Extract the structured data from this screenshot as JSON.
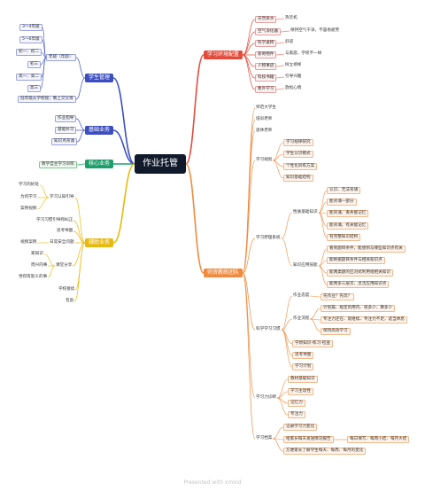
{
  "root": "作业托管",
  "footer": "Presented with xmind",
  "colors": {
    "blue": "#3d4fc0",
    "teal": "#1e9f6a",
    "yellow": "#e8b90e",
    "red": "#e24c3c",
    "orange": "#f08a3e",
    "ink": "#111a2b"
  },
  "branches": {
    "student": {
      "label": "学生管理",
      "grade_label": "年级（年龄）",
      "grades": [
        "3～4年级",
        "5～6年级",
        "初一、初二",
        "初三",
        "高一、高二",
        "高三"
      ],
      "parent": "低年级从学校接，晚上交父母"
    },
    "basic": {
      "label": "基础业务",
      "items": [
        "作业指导",
        "基础补习",
        "知识点背诵"
      ]
    },
    "core": {
      "label": "核心业务",
      "item": "教学自主学习训练"
    },
    "aux": {
      "label": "辅助业务",
      "items": [
        "学习的好处",
        "为何学习",
        "案例视频",
        "学习认知引导",
        "学习习惯引导和纠正",
        "思考导图",
        "视频案例",
        "日常安全问题",
        "家知识",
        "周兴的事",
        "觉得有就义的事",
        "课堂分享",
        "学校接续",
        "包饭"
      ]
    },
    "env": {
      "label": "学习环境配置",
      "items": [
        {
          "k": "天然泉水",
          "v": "热饮机"
        },
        {
          "k": "空气净化器",
          "v": "保持空气干净，不容易疲劳"
        },
        {
          "k": "科学桌椅",
          "v": "舒适"
        },
        {
          "k": "新奇物件",
          "v": "与家庭、学校不一样"
        },
        {
          "k": "人物事迹",
          "v": "树立榜样"
        },
        {
          "k": "科技书籍",
          "v": "引导兴趣"
        },
        {
          "k": "象外学习",
          "v": "放松心情"
        }
      ]
    },
    "team": {
      "label": "师资教练团队",
      "top": [
        "师范大学生",
        "培训老师",
        "退休老师"
      ],
      "study": {
        "label": "学习规划",
        "items": [
          "学习规律研究",
          "学生认识模式",
          "个性化训练方案",
          "知识基础结构"
        ]
      },
      "principle": {
        "label": "学习原理系统",
        "basic": {
          "label": "性质基础知识",
          "items": [
            "认识、无法背诵",
            "能背诵一部分",
            "能背诵、丢失能记忆",
            "能背诵、有关能记忆",
            "有完整知识结构"
          ]
        },
        "apply": {
          "label": "知识应用技能",
          "items": [
            "看到题目条件，能想到与哪些知识点有关",
            "能根据题目条件与相关知识点",
            "能两类题的应对式利用组相关知识",
            "能用多三层次、灵活应用知识点"
          ]
        }
      },
      "habit": {
        "label": "科学学习习惯",
        "attitude": {
          "label": "作业态度",
          "value": "先作业？先玩？"
        },
        "plan": {
          "label": "作业流程",
          "items": [
            "计划篇、规定的用内、很多少、算多少",
            "专注力还在、就继续、专注力不足，适当休息",
            "保持高效学习"
          ]
        },
        "extra": [
          "学新知识-练习-检查",
          "思考导图",
          "学习计划"
        ]
      },
      "ability": {
        "label": "学习力诊断",
        "items": [
          "教材基础知识",
          "学习主动性",
          "记忆力",
          "专注力"
        ]
      },
      "record": {
        "label": "学习档案",
        "items": [
          "记录学习力变化",
          "给家长每天发送情况报告"
        ],
        "detail": "每日填写、每周小结、每月大结",
        "monthly": "方便家长了解学生每天、每周、每月的变化"
      }
    }
  }
}
